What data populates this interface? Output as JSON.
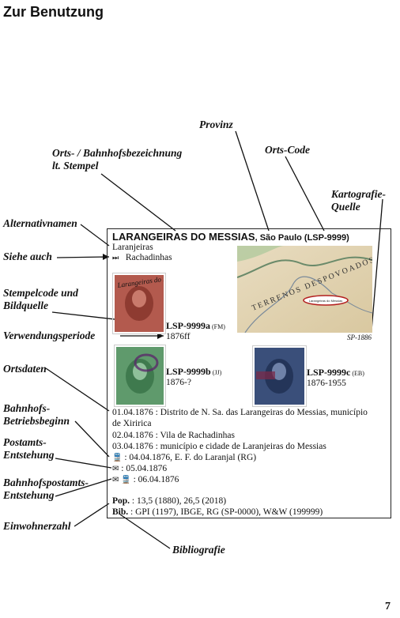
{
  "page": {
    "heading": "Zur Benutzung",
    "page_number": "7"
  },
  "callouts": {
    "provinz": "Provinz",
    "orts_code": "Orts-Code",
    "ortsbezeichnung_1": "Orts- / Bahnhofsbezeichnung",
    "ortsbezeichnung_2": "lt. Stempel",
    "kartografie_1": "Kartografie-",
    "kartografie_2": "Quelle",
    "alternativnamen": "Alternativnamen",
    "siehe_auch": "Siehe auch",
    "stempelcode_1": "Stempelcode und",
    "stempelcode_2": "Bildquelle",
    "verwendungsperiode": "Verwendungsperiode",
    "ortsdaten": "Ortsdaten",
    "bahnhofs_betrieb_1": "Bahnhofs-",
    "bahnhofs_betrieb_2": "Betriebsbeginn",
    "postamts_1": "Postamts-",
    "postamts_2": "Entstehung",
    "bahnhofspostamts_1": "Bahnhofspostamts-",
    "bahnhofspostamts_2": "Entstehung",
    "einwohnerzahl": "Einwohnerzahl",
    "bibliografie": "Bibliografie"
  },
  "entry": {
    "name": "LARANGEIRAS DO MESSIAS",
    "state": ", São Paulo (LSP-9999)",
    "alt_name": "Laranjeiras",
    "see_also_icon": "skip-forward-icon",
    "see_also": "Rachadinhas",
    "map_label": "SP-1886",
    "map_text_1": "TERRENOS DESPOVOADOS",
    "map_pin_label": "Larangeiras do Messias",
    "stamp_overlay_text": "Larangeiras do Messias",
    "stamps": [
      {
        "code": "LSP-9999a",
        "source": " (FM)",
        "period": "1876ff",
        "color": "#b35a4e"
      },
      {
        "code": "LSP-9999b",
        "source": " (JJ)",
        "period": "1876-?",
        "color": "#5f9a6c"
      },
      {
        "code": "LSP-9999c",
        "source": " (EB)",
        "period": "1876-1955",
        "color": "#3a4f7a"
      }
    ],
    "dates": [
      "01.04.1876 : Distrito de N. Sa. das Larangeiras do Messias, município",
      "de Xiririca",
      "02.04.1876 : Vila de Rachadinhas",
      "03.04.1876 : município e cidade de Laranjeiras do Messias"
    ],
    "rail_icon": "train-icon",
    "rail_date": " : 04.04.1876, E. F. do Laranjal (RG)",
    "post_icon": "mail-icon",
    "post_date": " : 05.04.1876",
    "rail_post_date": " : 06.04.1876",
    "pop_label": "Pop.",
    "pop_value": " : 13,5 (1880), 26,5 (2018)",
    "bib_label": "Bib.",
    "bib_value": " : GPI (1197), IBGE, RG (SP-0000), W&W (199999)"
  }
}
